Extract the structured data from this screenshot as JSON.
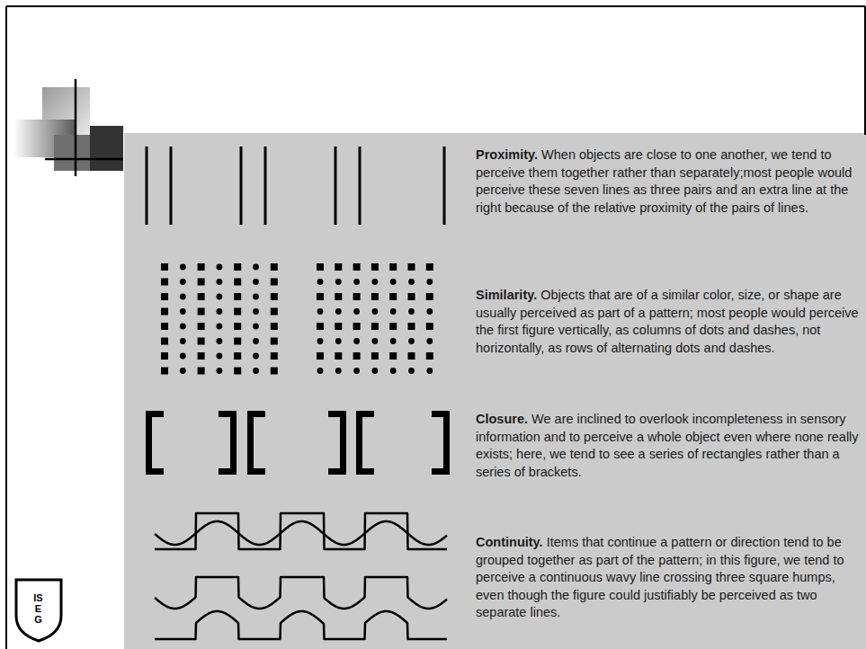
{
  "diagram": {
    "nodes": [
      {
        "text": [
          "Proximity.",
          "When objects are close to one another, we tend to perceive them together rather than separately;most people would perceive these seven lines as three pairs and an extra line at the right because of the relative proximity of the pairs of lines.",
          "Similarity.",
          "Objects that are of a similar color, size, or shape are usually perceived as part of a pattern; most people would perceive the first figure vertically, as columns of dots and dashes, not horizontally, as rows of alternating dots and dashes.",
          "Closure.",
          "We are inclined to overlook incompleteness in sensory information and to perceive a whole object even where none really exists; here, we tend to see a series of rectangles rather than a series of brackets.",
          "Continuity.",
          "Items that continue a pattern or direction tend to be grouped together as part of the pattern; in this figure, we tend to perceive a continuous wavy line crossing three square humps, even though the figure could justifiably be perceived as two separate lines."
        ]
      }
    ],
    "labels": [
      "ISEG"
    ]
  }
}
